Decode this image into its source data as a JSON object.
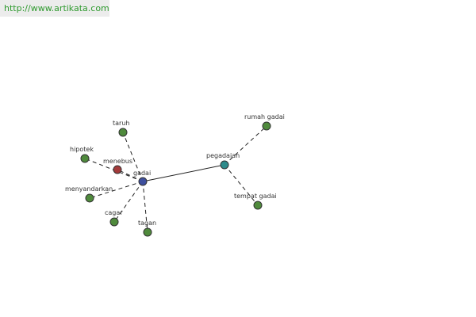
{
  "header": {
    "url": "http://www.artikata.com"
  },
  "colors": {
    "primary": "#3e4f9e",
    "secondary": "#2e8b8b",
    "related": "#4f8a3c",
    "highlight": "#a33a3a",
    "url_text": "#2e9a2e"
  },
  "graph": {
    "nodes": [
      {
        "id": "gadai",
        "label": "gadai",
        "kind": "primary"
      },
      {
        "id": "pegadaian",
        "label": "pegadaian",
        "kind": "secondary"
      },
      {
        "id": "rumah-gadai",
        "label": "rumah gadai",
        "kind": "related"
      },
      {
        "id": "tempat-gadai",
        "label": "tempat gadai",
        "kind": "related"
      },
      {
        "id": "taruh",
        "label": "taruh",
        "kind": "related"
      },
      {
        "id": "hipotek",
        "label": "hipotek",
        "kind": "related"
      },
      {
        "id": "menebus",
        "label": "menebus",
        "kind": "highlight"
      },
      {
        "id": "menyandarkan",
        "label": "menyandarkan",
        "kind": "related"
      },
      {
        "id": "cagar",
        "label": "cagar",
        "kind": "related"
      },
      {
        "id": "tagan",
        "label": "tagan",
        "kind": "related"
      }
    ],
    "edges": [
      {
        "from": "gadai",
        "to": "pegadaian",
        "style": "solid"
      },
      {
        "from": "pegadaian",
        "to": "rumah-gadai",
        "style": "dashed"
      },
      {
        "from": "pegadaian",
        "to": "tempat-gadai",
        "style": "dashed"
      },
      {
        "from": "gadai",
        "to": "taruh",
        "style": "dashed"
      },
      {
        "from": "gadai",
        "to": "hipotek",
        "style": "dashed"
      },
      {
        "from": "gadai",
        "to": "menebus",
        "style": "dashed"
      },
      {
        "from": "gadai",
        "to": "menyandarkan",
        "style": "dashed"
      },
      {
        "from": "gadai",
        "to": "cagar",
        "style": "dashed"
      },
      {
        "from": "gadai",
        "to": "tagan",
        "style": "dashed"
      }
    ]
  }
}
